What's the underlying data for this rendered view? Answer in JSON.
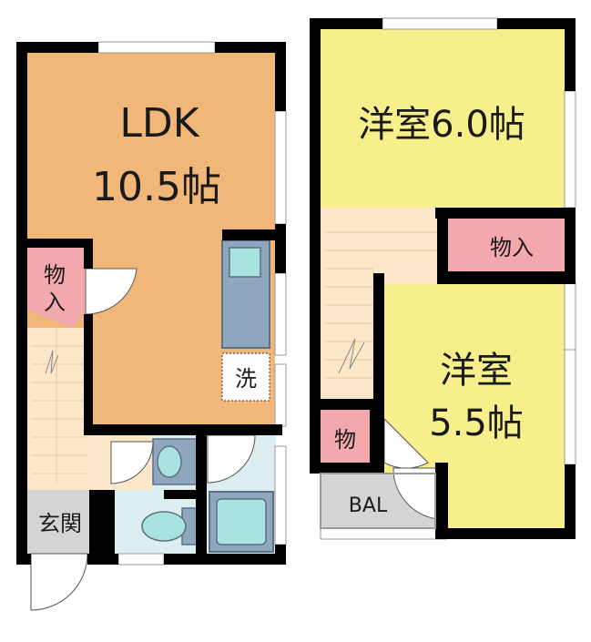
{
  "floor1": {
    "ldk": {
      "name": "LDK",
      "size": "10.5帖"
    },
    "closet": {
      "line1": "物",
      "line2": "入"
    },
    "laundry": {
      "label": "洗"
    },
    "entrance": {
      "label": "玄関"
    }
  },
  "floor2": {
    "room_a": {
      "label": "洋室6.0帖"
    },
    "closet_a": {
      "label": "物入"
    },
    "room_b": {
      "name": "洋室",
      "size": "5.5帖"
    },
    "closet_b": {
      "label": "物"
    },
    "balcony": {
      "label": "BAL"
    }
  },
  "colors": {
    "ldk": "#f0b778",
    "bedroom": "#f7ef8b",
    "closet": "#f2a8ad",
    "hall": "#fde7c9",
    "wet": "#ddeef0",
    "fixture": "#8fa6bf",
    "fixture_inner": "#a9e3df",
    "entrance": "#d4d4d4",
    "wall": "#000000"
  }
}
